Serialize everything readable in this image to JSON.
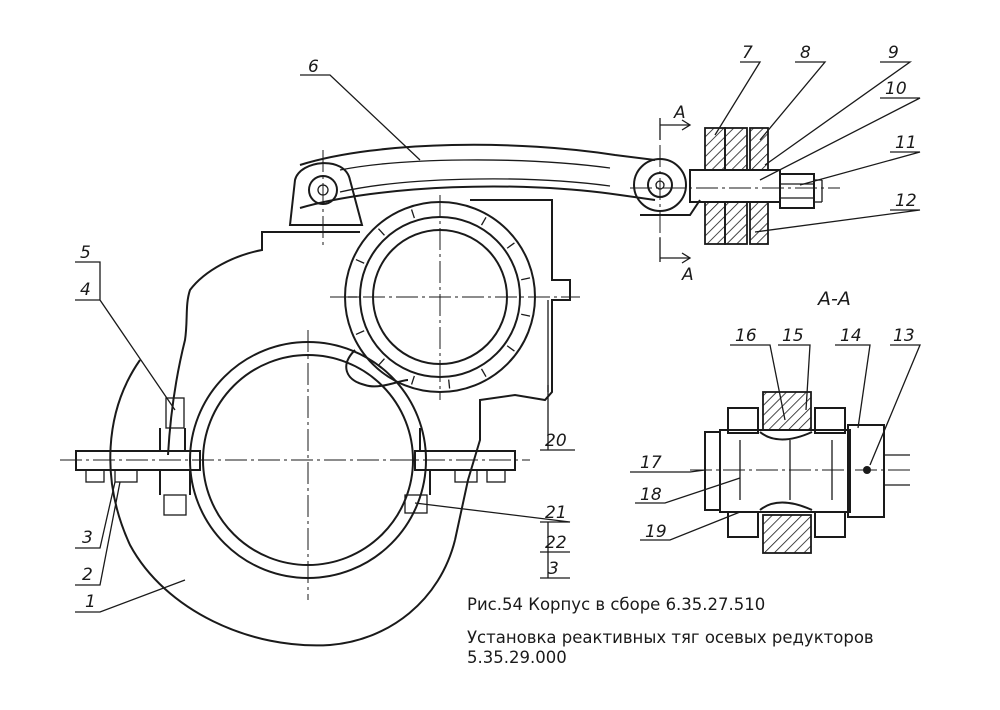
{
  "caption": {
    "figure": "Рис.54 Корпус в сборе 6.35.27.510",
    "line1": "Установка реактивных тяг осевых редукторов",
    "line2": "5.35.29.000"
  },
  "section": {
    "title": "А-А",
    "mark_top": "А",
    "mark_bottom": "А"
  },
  "callouts": [
    "1",
    "2",
    "3",
    "4",
    "5",
    "6",
    "7",
    "8",
    "9",
    "10",
    "11",
    "12",
    "13",
    "14",
    "15",
    "16",
    "17",
    "18",
    "19",
    "20",
    "21",
    "22",
    "3"
  ]
}
